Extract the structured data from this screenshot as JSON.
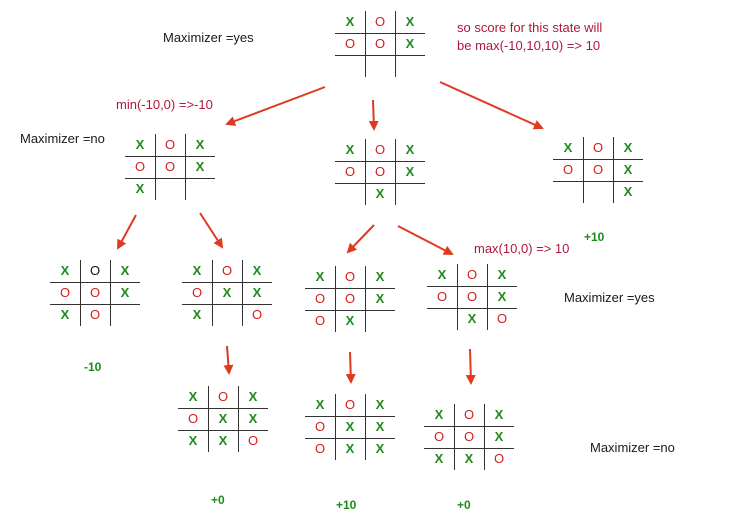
{
  "labels": {
    "maximizer_yes_top": "Maximizer =yes",
    "maximizer_no_left": "Maximizer =no",
    "maximizer_yes_mid": "Maximizer =yes",
    "maximizer_no_bottom": "Maximizer =no",
    "score_note_line1": "so score for this state will",
    "score_note_line2": "be max(-10,10,10) => 10",
    "min_note": "min(-10,0) =>-10",
    "max_note": "max(10,0) =>  10"
  },
  "scores": {
    "right_child": "+10",
    "leaf_left": "-10",
    "leaf_a": "+0",
    "leaf_b": "+10",
    "leaf_c": "+0"
  },
  "colors": {
    "x": "#1e8a1e",
    "o": "#d02020",
    "arrow": "#e03a1e",
    "grid": "#333333"
  },
  "boards": {
    "root": [
      "X",
      "O",
      "X",
      "O",
      "O",
      "X",
      "",
      "",
      ""
    ],
    "left": [
      "X",
      "O",
      "X",
      "O",
      "O",
      "X",
      "X",
      "",
      ""
    ],
    "mid": [
      "X",
      "O",
      "X",
      "O",
      "O",
      "X",
      "",
      "X",
      ""
    ],
    "right": [
      "X",
      "O",
      "X",
      "O",
      "O",
      "X",
      "",
      "",
      "X"
    ],
    "ll": [
      "X",
      "O",
      "X",
      "O",
      "O",
      "X",
      "X",
      "O",
      ""
    ],
    "lr": [
      "X",
      "O",
      "X",
      "O",
      "X",
      "X",
      "X",
      "",
      "O"
    ],
    "ml": [
      "X",
      "O",
      "X",
      "O",
      "O",
      "X",
      "O",
      "X",
      ""
    ],
    "mr": [
      "X",
      "O",
      "X",
      "O",
      "O",
      "X",
      "",
      "X",
      "O"
    ],
    "lr2": [
      "X",
      "O",
      "X",
      "O",
      "X",
      "X",
      "X",
      "X",
      "O"
    ],
    "ml2": [
      "X",
      "O",
      "X",
      "O",
      "X",
      "X",
      "O",
      "X",
      "X"
    ],
    "mr2": [
      "X",
      "O",
      "X",
      "O",
      "O",
      "X",
      "X",
      "X",
      "O"
    ]
  }
}
